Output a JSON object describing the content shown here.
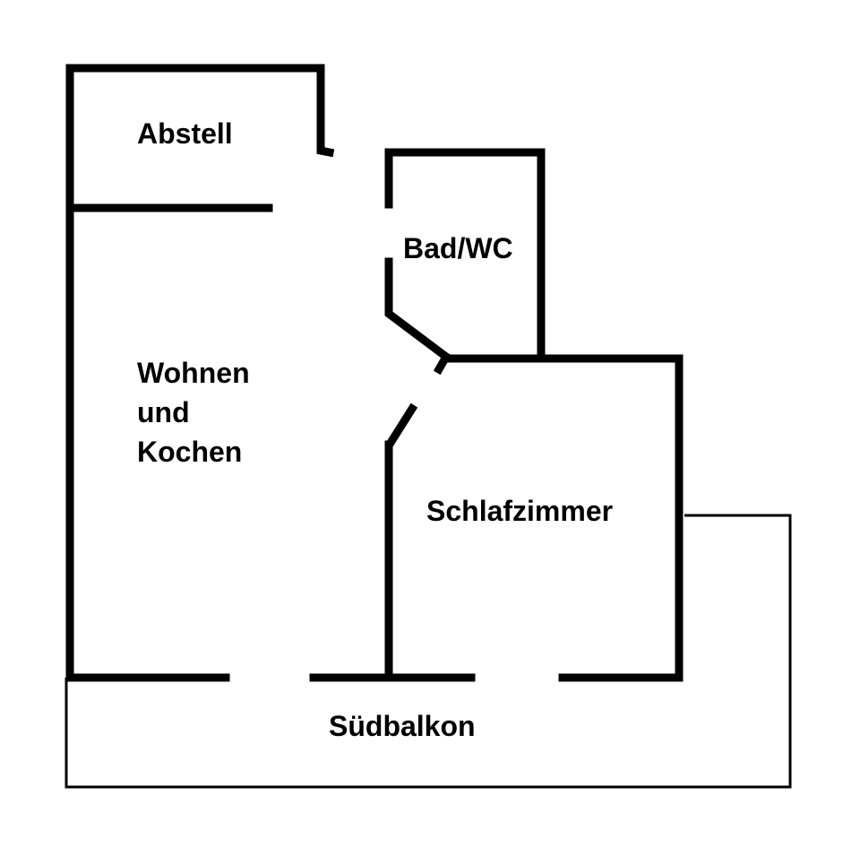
{
  "diagram": {
    "type": "floor-plan",
    "colors": {
      "wall": "#000000",
      "background": "#ffffff"
    },
    "rooms": [
      {
        "id": "abstell",
        "label": "Abstell"
      },
      {
        "id": "bad",
        "label": "Bad/WC"
      },
      {
        "id": "wohnen",
        "label_lines": [
          "Wohnen",
          "und",
          "Kochen"
        ]
      },
      {
        "id": "schlaf",
        "label": "Schlafzimmer"
      },
      {
        "id": "balkon",
        "label": "Südbalkon"
      }
    ]
  }
}
